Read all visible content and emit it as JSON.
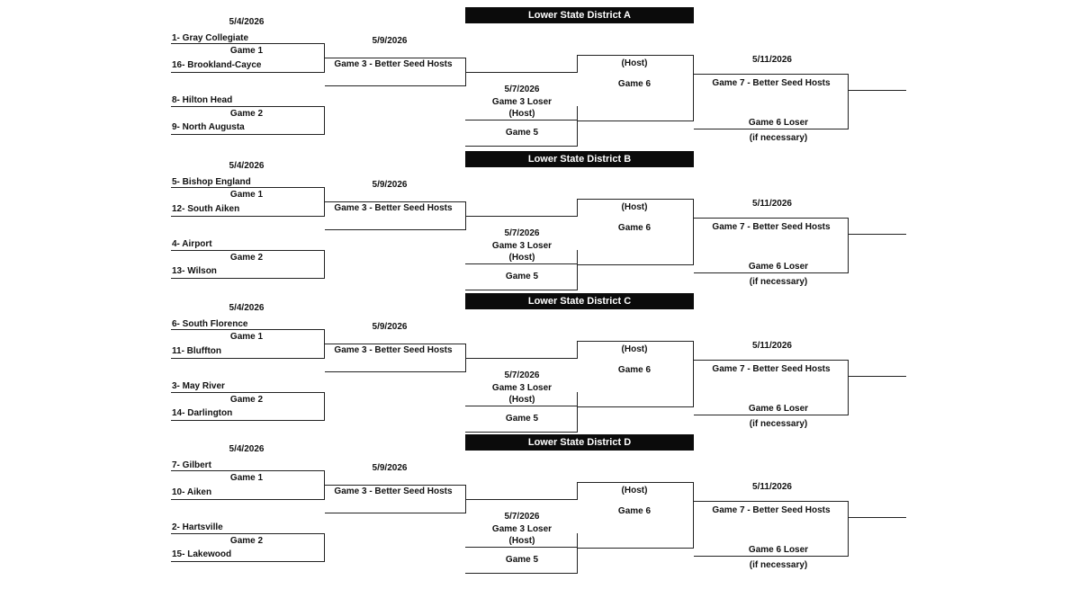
{
  "districts": [
    {
      "title": "Lower State District A",
      "r1_date": "5/4/2026",
      "g1_top": "1-  Gray Collegiate",
      "g1_bottom": "16-  Brookland-Cayce",
      "g2_top": "8-  Hilton Head",
      "g2_bottom": "9-  North Augusta",
      "game1": "Game 1",
      "game2": "Game 2",
      "game3_date": "5/9/2026",
      "game3": "Game 3 - Better Seed Hosts",
      "game5_date": "5/7/2026",
      "game3_loser": "Game 3 Loser",
      "host_paren": "(Host)",
      "game5": "Game 5",
      "host6": "(Host)",
      "game6": "Game 6",
      "game7_date": "5/11/2026",
      "game7": "Game 7 - Better Seed Hosts",
      "game6_loser": "Game 6 Loser",
      "if_necessary": "(if necessary)"
    },
    {
      "title": "Lower State District B",
      "r1_date": "5/4/2026",
      "g1_top": "5-  Bishop England",
      "g1_bottom": "12-  South Aiken",
      "g2_top": "4-  Airport",
      "g2_bottom": "13-  Wilson",
      "game1": "Game 1",
      "game2": "Game 2",
      "game3_date": "5/9/2026",
      "game3": "Game 3 - Better Seed Hosts",
      "game5_date": "5/7/2026",
      "game3_loser": "Game 3 Loser",
      "host_paren": "(Host)",
      "game5": "Game 5",
      "host6": "(Host)",
      "game6": "Game 6",
      "game7_date": "5/11/2026",
      "game7": "Game 7 - Better Seed Hosts",
      "game6_loser": "Game 6 Loser",
      "if_necessary": "(if necessary)"
    },
    {
      "title": "Lower State District C",
      "r1_date": "5/4/2026",
      "g1_top": "6-  South Florence",
      "g1_bottom": "11-  Bluffton",
      "g2_top": "3-  May River",
      "g2_bottom": "14-  Darlington",
      "game1": "Game 1",
      "game2": "Game 2",
      "game3_date": "5/9/2026",
      "game3": "Game 3 - Better Seed Hosts",
      "game5_date": "5/7/2026",
      "game3_loser": "Game 3 Loser",
      "host_paren": "(Host)",
      "game5": "Game 5",
      "host6": "(Host)",
      "game6": "Game 6",
      "game7_date": "5/11/2026",
      "game7": "Game 7 - Better Seed Hosts",
      "game6_loser": "Game 6 Loser",
      "if_necessary": "(if necessary)"
    },
    {
      "title": "Lower State District D",
      "r1_date": "5/4/2026",
      "g1_top": "7-  Gilbert",
      "g1_bottom": "10-  Aiken",
      "g2_top": "2-  Hartsville",
      "g2_bottom": "15-  Lakewood",
      "game1": "Game 1",
      "game2": "Game 2",
      "game3_date": "5/9/2026",
      "game3": "Game 3 - Better Seed Hosts",
      "game5_date": "5/7/2026",
      "game3_loser": "Game 3 Loser",
      "host_paren": "(Host)",
      "game5": "Game 5",
      "host6": "(Host)",
      "game6": "Game 6",
      "game7_date": "5/11/2026",
      "game7": "Game 7 - Better Seed Hosts",
      "game6_loser": "Game 6 Loser",
      "if_necessary": "(if necessary)"
    }
  ]
}
